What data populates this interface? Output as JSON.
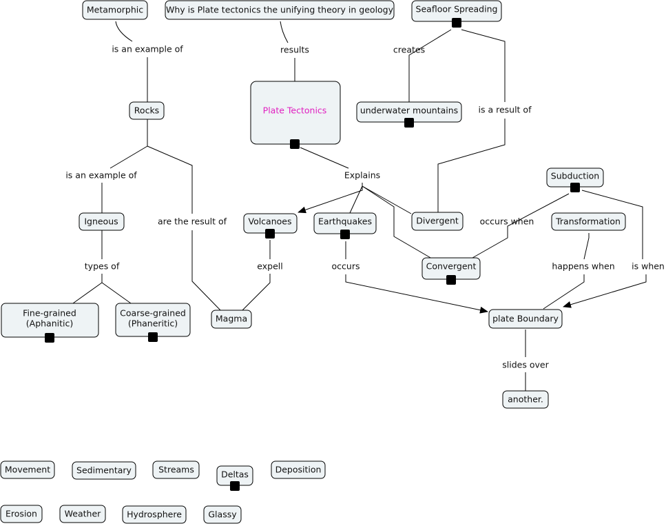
{
  "colors": {
    "node_fill": "#eef3f5",
    "node_stroke": "#000000",
    "accent_text": "#e020c0",
    "icon_frame": "#4a76b8"
  },
  "nodes": {
    "metamorphic": "Metamorphic",
    "question": "Why is Plate tectonics the unifying theory in geology",
    "seafloor_spreading": "Seafloor Spreading",
    "rocks": "Rocks",
    "plate_tectonics": "Plate Tectonics",
    "underwater_mountains": "underwater mountains",
    "subduction": "Subduction",
    "igneous": "Igneous",
    "volcanoes": "Volcanoes",
    "earthquakes": "Earthquakes",
    "divergent": "Divergent",
    "transformation": "Transformation",
    "convergent": "Convergent",
    "fine_grained_line1": "Fine-grained",
    "fine_grained_line2": "(Aphanitic)",
    "coarse_grained_line1": "Coarse-grained",
    "coarse_grained_line2": "(Phaneritic)",
    "magma": "Magma",
    "plate_boundary": "plate Boundary",
    "another": "another.",
    "movement": "Movement",
    "sedimentary": "Sedimentary",
    "streams": "Streams",
    "deltas": "Deltas",
    "deposition": "Deposition",
    "erosion": "Erosion",
    "weather": "Weather",
    "hydrosphere": "Hydrosphere",
    "glassy": "Glassy"
  },
  "link_labels": {
    "metamorphic_rocks": "is an example of",
    "question_plate": "results",
    "seafloor_creates": "creates",
    "seafloor_result": "is a result of",
    "rocks_igneous": "is an example of",
    "rocks_magma": "are the result of",
    "plate_explains": "Explains",
    "igneous_types": "types of",
    "volcanoes_expell": "expell",
    "earthquakes_occurs": "occurs",
    "subduction_occurs": "occurs when",
    "transformation_happens": "happens when",
    "subduction_is": "is when",
    "boundary_slides": "slides over"
  }
}
